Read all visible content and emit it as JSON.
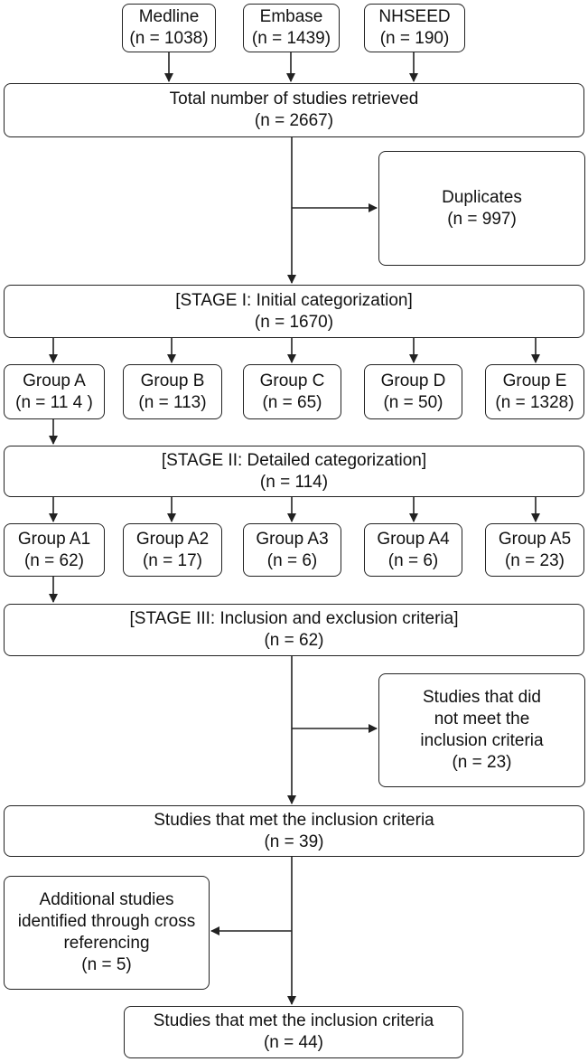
{
  "sources": [
    {
      "label": "Medline",
      "n": "(n = 1038)"
    },
    {
      "label": "Embase",
      "n": "(n = 1439)"
    },
    {
      "label": "NHSEED",
      "n": "(n = 190)"
    }
  ],
  "total": {
    "label": "Total number of studies retrieved",
    "n": "(n = 2667)"
  },
  "duplicates": {
    "label": "Duplicates",
    "n": "(n = 997)"
  },
  "stage1": {
    "label": "[STAGE I: Initial categorization]",
    "n": "(n = 1670)"
  },
  "groups": [
    {
      "label": "Group A",
      "n": "(n = 11 4 )"
    },
    {
      "label": "Group B",
      "n": "(n = 113)"
    },
    {
      "label": "Group C",
      "n": "(n = 65)"
    },
    {
      "label": "Group D",
      "n": "(n = 50)"
    },
    {
      "label": "Group E",
      "n": "(n = 1328)"
    }
  ],
  "stage2": {
    "label": "[STAGE II: Detailed categorization]",
    "n": "(n = 114)"
  },
  "subgroups": [
    {
      "label": "Group A1",
      "n": "(n = 62)"
    },
    {
      "label": "Group A2",
      "n": "(n = 17)"
    },
    {
      "label": "Group A3",
      "n": "(n = 6)"
    },
    {
      "label": "Group A4",
      "n": "(n = 6)"
    },
    {
      "label": "Group A5",
      "n": "(n = 23)"
    }
  ],
  "stage3": {
    "label": "[STAGE III: Inclusion and exclusion criteria]",
    "n": "(n = 62)"
  },
  "excluded": {
    "lines": [
      "Studies that did",
      "not meet the",
      "inclusion criteria"
    ],
    "n": "(n = 23)"
  },
  "met1": {
    "label": "Studies that met the inclusion criteria",
    "n": "(n = 39)"
  },
  "additional": {
    "lines": [
      "Additional studies",
      "identified through cross",
      "referencing"
    ],
    "n": "(n = 5)"
  },
  "met2": {
    "label": "Studies that met the inclusion criteria",
    "n": "(n = 44)"
  }
}
